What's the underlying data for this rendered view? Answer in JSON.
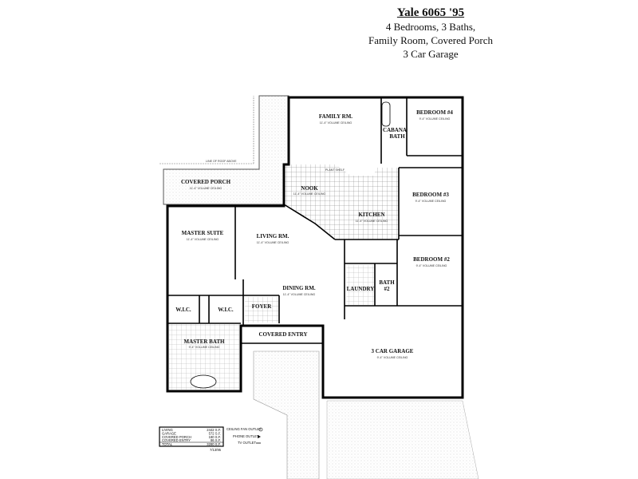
{
  "header": {
    "title": "Yale 6065 '95",
    "lines": [
      "4 Bedrooms, 3 Baths,",
      "Family Room, Covered Porch",
      "3 Car Garage"
    ]
  },
  "rooms": {
    "family": {
      "name": "FAMILY RM.",
      "note": "11'-4\" VOLUME CEILING"
    },
    "cabana": {
      "name": "CABANA",
      "name2": "BATH"
    },
    "bed4": {
      "name": "BEDROOM #4",
      "note": "9'-4\" VOLUME CEILING"
    },
    "nook": {
      "name": "NOOK",
      "note": "11'-4\" VOLUME CEILING"
    },
    "kitchen": {
      "name": "KITCHEN",
      "note": "11'-4\" VOLUME CEILING"
    },
    "bed3": {
      "name": "BEDROOM #3",
      "note": "9'-4\" VOLUME CEILING"
    },
    "porch": {
      "name": "COVERED PORCH",
      "note": "11'-4\" VOLUME CEILING",
      "roof": "LINE OF ROOF ABOVE"
    },
    "master": {
      "name": "MASTER SUITE",
      "note": "11'-4\" VOLUME CEILING"
    },
    "living": {
      "name": "LIVING RM.",
      "note": "11'-4\" VOLUME CEILING"
    },
    "dining": {
      "name": "DINING RM.",
      "note": "11'-4\" VOLUME CEILING"
    },
    "bed2": {
      "name": "BEDROOM #2",
      "note": "9'-4\" VOLUME CEILING"
    },
    "laundry": {
      "name": "LAUNDRY"
    },
    "bath2": {
      "name": "BATH",
      "name2": "#2"
    },
    "wic1": {
      "name": "W.I.C."
    },
    "wic2": {
      "name": "W.I.C."
    },
    "foyer": {
      "name": "FOYER"
    },
    "mbath": {
      "name": "MASTER BATH",
      "note": "9'-4\" VOLUME CEILING"
    },
    "entry": {
      "name": "COVERED ENTRY"
    },
    "garage": {
      "name": "3 CAR GARAGE",
      "note": "9'-4\" VOLUME CEILING"
    },
    "plant_shelf": "PLANT SHELF"
  },
  "area_table": {
    "rows": [
      {
        "label": "LIVING",
        "value": "2442 S.F."
      },
      {
        "label": "GARAGE",
        "value": "572 S.F."
      },
      {
        "label": "COVERED PORCH",
        "value": "180 S.F."
      },
      {
        "label": "COVERED ENTRY",
        "value": "86 S.F."
      },
      {
        "label": "TOTAL",
        "value": "3280 S.F."
      }
    ],
    "date": "7/13/95"
  },
  "legend": [
    {
      "label": "CEILING FAN OUTLET",
      "icon": "ceiling-fan-icon"
    },
    {
      "label": "PHONE OUTLET",
      "icon": "phone-outlet-icon"
    },
    {
      "label": "TV OUTLET",
      "icon": "tv-outlet-icon"
    }
  ]
}
